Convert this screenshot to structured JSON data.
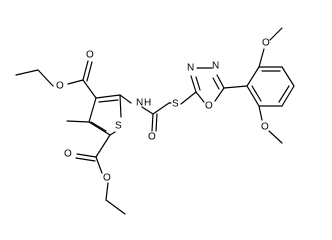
{
  "atoms": {
    "O_ester1_carbonyl": "O",
    "O_ester1_ether": "O",
    "O_ester2_carbonyl": "O",
    "O_ester2_ether": "O",
    "N_amide": "N",
    "H_amide": "H",
    "O_amide": "O",
    "S_thiophene": "S",
    "S_thioether": "S",
    "N_oxadiazole_a": "N",
    "N_oxadiazole_b": "N",
    "O_oxadiazole": "O",
    "O_methoxy_top": "O",
    "O_methoxy_bottom": "O"
  },
  "colors": {
    "bond": "#000000",
    "text": "#000000",
    "background": "#ffffff"
  }
}
